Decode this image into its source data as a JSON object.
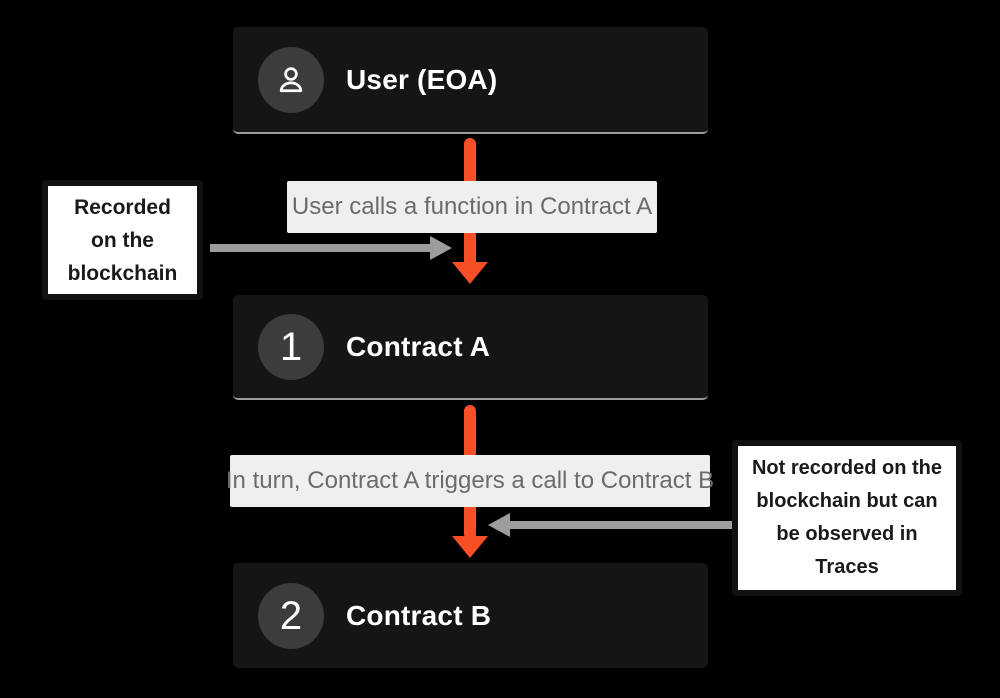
{
  "diagram": {
    "nodes": [
      {
        "title": "User (EOA)",
        "badge_icon": "user-icon"
      },
      {
        "title": "Contract A",
        "badge": "1"
      },
      {
        "title": "Contract B",
        "badge": "2"
      }
    ],
    "edge_labels": [
      "User calls a function in Contract A",
      "In turn, Contract A triggers a call to Contract B"
    ],
    "notes": [
      {
        "lines": [
          "Recorded",
          "on the",
          "blockchain"
        ]
      },
      {
        "lines": [
          "Not recorded on the",
          "blockchain but can",
          "be observed in",
          "Traces"
        ]
      }
    ],
    "colors": {
      "background": "#000000",
      "node_fill": "#151515",
      "badge_fill": "#3c3c3c",
      "node_text": "#ffffff",
      "arrow_accent": "#f94f27",
      "arrow_gray": "#9d9d9d",
      "label_fill": "#efefef",
      "label_text": "#6b6b6b",
      "note_fill": "#ffffff",
      "note_border": "#111111"
    }
  }
}
